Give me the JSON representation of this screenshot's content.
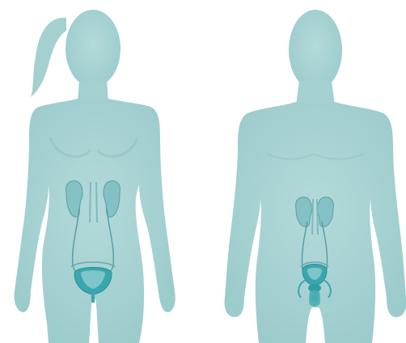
{
  "figures": [
    {
      "name": "female-figure",
      "organs": [
        "kidney-left",
        "kidney-right",
        "ureter-left",
        "ureter-right",
        "bladder"
      ]
    },
    {
      "name": "male-figure",
      "organs": [
        "kidney-left",
        "kidney-right",
        "ureter-left",
        "ureter-right",
        "bladder",
        "urethra"
      ]
    }
  ],
  "colors": {
    "body": "#a9d3d3",
    "body_shade": "#96c7c8",
    "organ_fill": "#7cbcc0",
    "organ_dark": "#2e9ea6",
    "organ_outline": "#5a9fa4"
  }
}
